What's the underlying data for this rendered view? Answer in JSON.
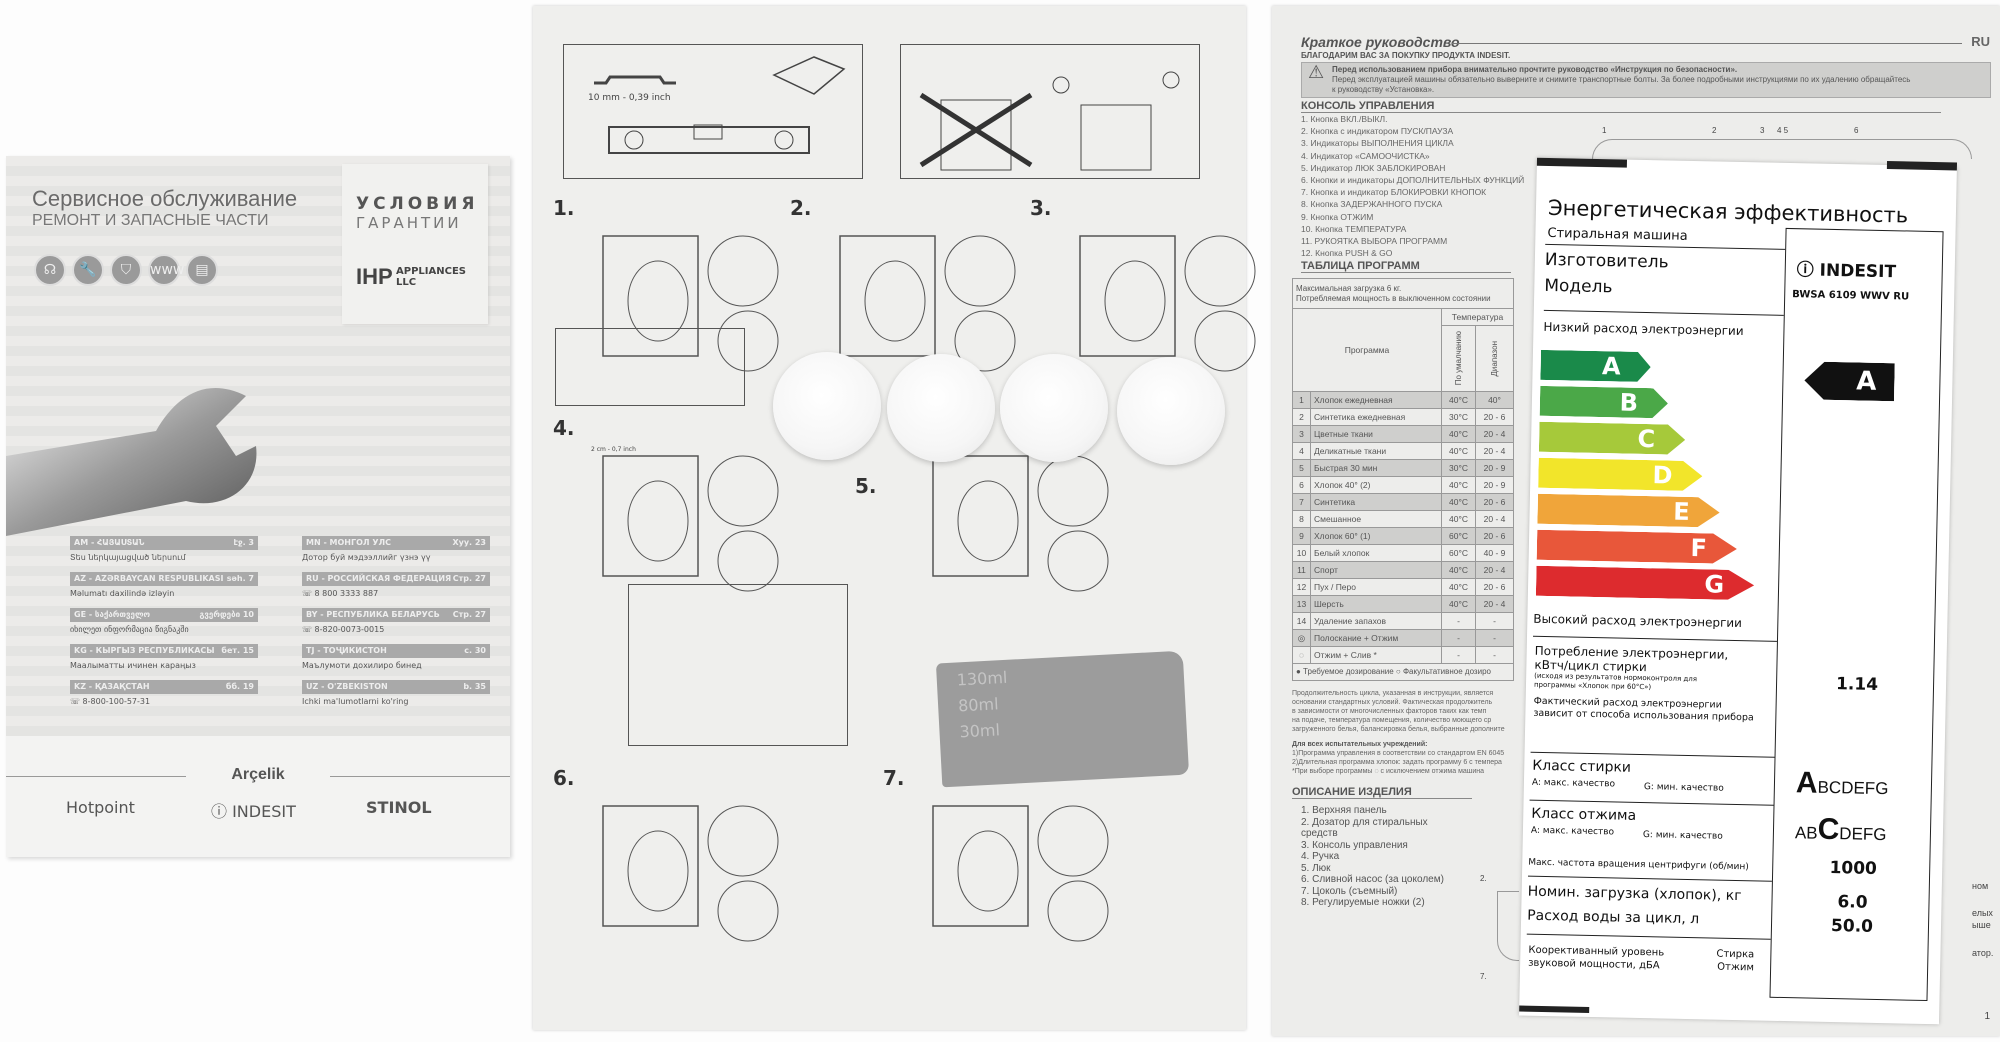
{
  "booklet": {
    "title": "Сервисное обслуживание",
    "subtitle": "РЕМОНТ И ЗАПАСНЫЕ ЧАСТИ",
    "warranty_line1": "УСЛОВИЯ",
    "warranty_line2": "ГАРАНТИИ",
    "ihp": "IHP",
    "ihp_sub": "APPLIANCES LLC",
    "icons": [
      "headset-icon",
      "wrench-icon",
      "shield-icon",
      "www-icon",
      "document-icon"
    ],
    "icon_glyphs": [
      "☊",
      "🔧",
      "⛉",
      "www",
      "▤"
    ],
    "countries_left": [
      {
        "name": "AM - ՀԱՅԱՍՏԱՆ",
        "page": "էջ. 3",
        "desc": "Տես ներկայացված ներսում"
      },
      {
        "name": "AZ - AZƏRBAYCAN RESPUBLIKASI",
        "page": "səh. 7",
        "desc": "Məlumatı daxilində izləyin"
      },
      {
        "name": "GE - საქართველო",
        "page": "გვერდები 10",
        "desc": "იხილეთ ინფორმაცია წიგნაკში"
      },
      {
        "name": "KG - КЫРГЫЗ РЕСПУБЛИКАСЫ",
        "page": "бет. 15",
        "desc": "Маалыматты ичинен караңыз"
      },
      {
        "name": "KZ - ҚАЗАҚСТАН",
        "page": "бб. 19",
        "desc": "☏ 8-800-100-57-31"
      }
    ],
    "countries_right": [
      {
        "name": "MN - МОНГОЛ УЛС",
        "page": "Хуу. 23",
        "desc": "Дотор буй мэдээллийг үзнэ үү"
      },
      {
        "name": "RU - РОССИЙСКАЯ ФЕДЕРАЦИЯ",
        "page": "Стр. 27",
        "desc": "☏ 8 800 3333 887"
      },
      {
        "name": "BY - РЕСПУБЛИКА БЕЛАРУСЬ",
        "page": "Стр. 27",
        "desc": "☏ 8-820-0073-0015"
      },
      {
        "name": "TJ - ТОҶИКИСТОН",
        "page": "с. 30",
        "desc": "Маълумоти дохилиро бинед"
      },
      {
        "name": "UZ - O'ZBEKISTON",
        "page": "b. 35",
        "desc": "Ichki ma'lumotlarni ko'ring"
      }
    ],
    "arcelik": "Arçelik",
    "brands": [
      "Hotpoint",
      "ⓘ INDESIT",
      "STINOL"
    ]
  },
  "middle": {
    "wrench_size": "10 mm - 0,39 inch",
    "steps": [
      "1.",
      "2.",
      "3.",
      "4.",
      "5.",
      "6.",
      "7."
    ],
    "step4_dim": "2 cm - 0,7 inch",
    "cup_marks": [
      "130ml",
      "80ml",
      "30ml"
    ]
  },
  "guide": {
    "title": "Краткое руководство",
    "lang": "RU",
    "thanks": "БЛАГОДАРИМ ВАС ЗА ПОКУПКУ ПРОДУКТА INDESIT.",
    "warning_1": "Перед использованием прибора внимательно прочтите руководство «Инструкция по безопасности».",
    "warning_2": "Перед эксплуатацией машины обязательно выверните и снимите транспортные болты. За более подробными инструкциями по их удалению обращайтесь",
    "warning_3": "к руководству «Установка».",
    "console_title": "КОНСОЛЬ УПРАВЛЕНИЯ",
    "console_items": [
      "1. Кнопка ВКЛ./ВЫКЛ.",
      "2. Кнопка с индикатором ПУСК/ПАУЗА",
      "3. Индикаторы ВЫПОЛНЕНИЯ ЦИКЛА",
      "4. Индикатор «САМООЧИСТКА»",
      "5. Индикатор ЛЮК ЗАБЛОКИРОВАН",
      "6. Кнопки и индикаторы ДОПОЛНИТЕЛЬНЫХ ФУНКЦИЙ",
      "7. Кнопка и индикатор БЛОКИРОВКИ КНОПОК",
      "8. Кнопка ЗАДЕРЖАННОГО ПУСКА",
      "9. Кнопка ОТЖИМ",
      "10. Кнопка ТЕМПЕРАТУРА",
      "11. РУКОЯТКА ВЫБОРА ПРОГРАММ",
      "12. Кнопка PUSH & GO"
    ],
    "panel_numbers": [
      "1",
      "2",
      "3",
      "4 5",
      "6"
    ],
    "table_title": "ТАБЛИЦА ПРОГРАММ",
    "table_caption_1": "Максимальная загрузка 6 кг.",
    "table_caption_2": "Потребляемая мощность в выключенном состоянии",
    "col_program": "Программа",
    "col_temperature": "Температура",
    "col_default": "По умалчанию",
    "col_range": "Диапазон",
    "rows": [
      {
        "n": "1",
        "name": "Хлопок ежедневная",
        "def": "40°C",
        "range": "40°"
      },
      {
        "n": "2",
        "name": "Синтетика ежедневная",
        "def": "30°C",
        "range": "20 - 6"
      },
      {
        "n": "3",
        "name": "Цветные ткани",
        "def": "40°C",
        "range": "20 - 4"
      },
      {
        "n": "4",
        "name": "Деликатные ткани",
        "def": "40°C",
        "range": "20 - 4"
      },
      {
        "n": "5",
        "name": "Быстрая 30 мин",
        "def": "30°C",
        "range": "20 - 9"
      },
      {
        "n": "6",
        "name": "Хлопок 40° (2)",
        "def": "40°C",
        "range": "20 - 9"
      },
      {
        "n": "7",
        "name": "Синтетика",
        "def": "40°C",
        "range": "20 - 6"
      },
      {
        "n": "8",
        "name": "Смешанное",
        "def": "40°C",
        "range": "20 - 4"
      },
      {
        "n": "9",
        "name": "Хлопок 60° (1)",
        "def": "60°C",
        "range": "20 - 6"
      },
      {
        "n": "10",
        "name": "Белый хлопок",
        "def": "60°C",
        "range": "40 - 9"
      },
      {
        "n": "11",
        "name": "Спорт",
        "def": "40°C",
        "range": "20 - 4"
      },
      {
        "n": "12",
        "name": "Пух / Перо",
        "def": "40°C",
        "range": "20 - 6"
      },
      {
        "n": "13",
        "name": "Шерсть",
        "def": "40°C",
        "range": "20 - 4"
      },
      {
        "n": "14",
        "name": "Удаление запахов",
        "def": "-",
        "range": "-"
      },
      {
        "n": "◎",
        "name": "Полоскание + Отжим",
        "def": "-",
        "range": "-"
      },
      {
        "n": "◌",
        "name": "Отжим + Слив *",
        "def": "-",
        "range": "-"
      }
    ],
    "legend": "● Требуемое дозирование  ○ Факультативное дозиро",
    "notes": [
      "Продолжительность цикла, указанная в инструкции, является",
      "основании стандартных условий. Фактическая продолжитель",
      "в зависимости от многочисленных факторов таких как темп",
      "на подаче, температура помещения, количество моющего ср",
      "загруженного белья, балансировка белья, выбранные дополните"
    ],
    "labs_title": "Для всех испытательных учреждений:",
    "labs": [
      "1)Программа управления в соответствии со стандартом EN 6045",
      "2)Длительная программа хлопок: задать программу 6 с темпера",
      "*При выборе программы  ◌  с исключением отжима машина"
    ],
    "desc_title": "ОПИСАНИЕ ИЗДЕЛИЯ",
    "desc_items": [
      "1. Верхняя панель",
      "2. Дозатор для стиральных",
      "средств",
      "3. Консоль управления",
      "4. Ручка",
      "5. Люк",
      "6. Сливной насос (за цоколем)",
      "7. Цоколь (съемный)",
      "8. Регулируемые ножки (2)"
    ],
    "fig_labels": [
      "2.",
      "7."
    ],
    "right_edge": [
      "ном",
      "елых",
      "ыше",
      "атор."
    ],
    "page_number": "1"
  },
  "energy": {
    "title": "Энергетическая эффективность",
    "appliance": "Стиральная машина",
    "manufacturer_label": "Изготовитель",
    "model_label": "Модель",
    "brand": "ⓘ INDESIT",
    "model": "BWSA 6109 WWV RU",
    "low": "Низкий расход электроэнергии",
    "high": "Высокий расход электроэнергии",
    "classes": [
      {
        "letter": "A",
        "color": "#1a8a4a"
      },
      {
        "letter": "B",
        "color": "#4ba848"
      },
      {
        "letter": "C",
        "color": "#a6c93a"
      },
      {
        "letter": "D",
        "color": "#f2e52a"
      },
      {
        "letter": "E",
        "color": "#f0a53a"
      },
      {
        "letter": "F",
        "color": "#e8573a"
      },
      {
        "letter": "G",
        "color": "#dd2b2e"
      }
    ],
    "rating": "A",
    "consumption_label_1": "Потребление электроэнергии,",
    "consumption_label_2": "кВтч/цикл стирки",
    "consumption_note_1": "(исходя из результатов нормоконтроля для",
    "consumption_note_2": "программы «Хлопок при 60°C»)",
    "actual_1": "Фактический расход электроэнергии",
    "actual_2": "зависит от способа использования прибора",
    "consumption": "1.14",
    "wash_class_label": "Класс стирки",
    "spin_class_label": "Класс отжима",
    "max_q": "A: макс. качество",
    "min_q": "G: мин. качество",
    "wash_class_big": "A",
    "wash_class_rest": "BCDEFG",
    "spin_class_pre": "AB",
    "spin_class_big": "C",
    "spin_class_rest": "DEFG",
    "spin_speed_label": "Макс. частота вращения центрифуги (об/мин)",
    "spin_speed": "1000",
    "load_label": "Номин. загрузка (хлопок), кг",
    "load": "6.0",
    "water_label": "Расход воды за цикл, л",
    "water": "50.0",
    "noise_label_1": "Коорективанный уровень",
    "noise_label_2": "звуковой мощности, дБА",
    "noise_wash": "Стирка",
    "noise_spin": "Отжим"
  }
}
